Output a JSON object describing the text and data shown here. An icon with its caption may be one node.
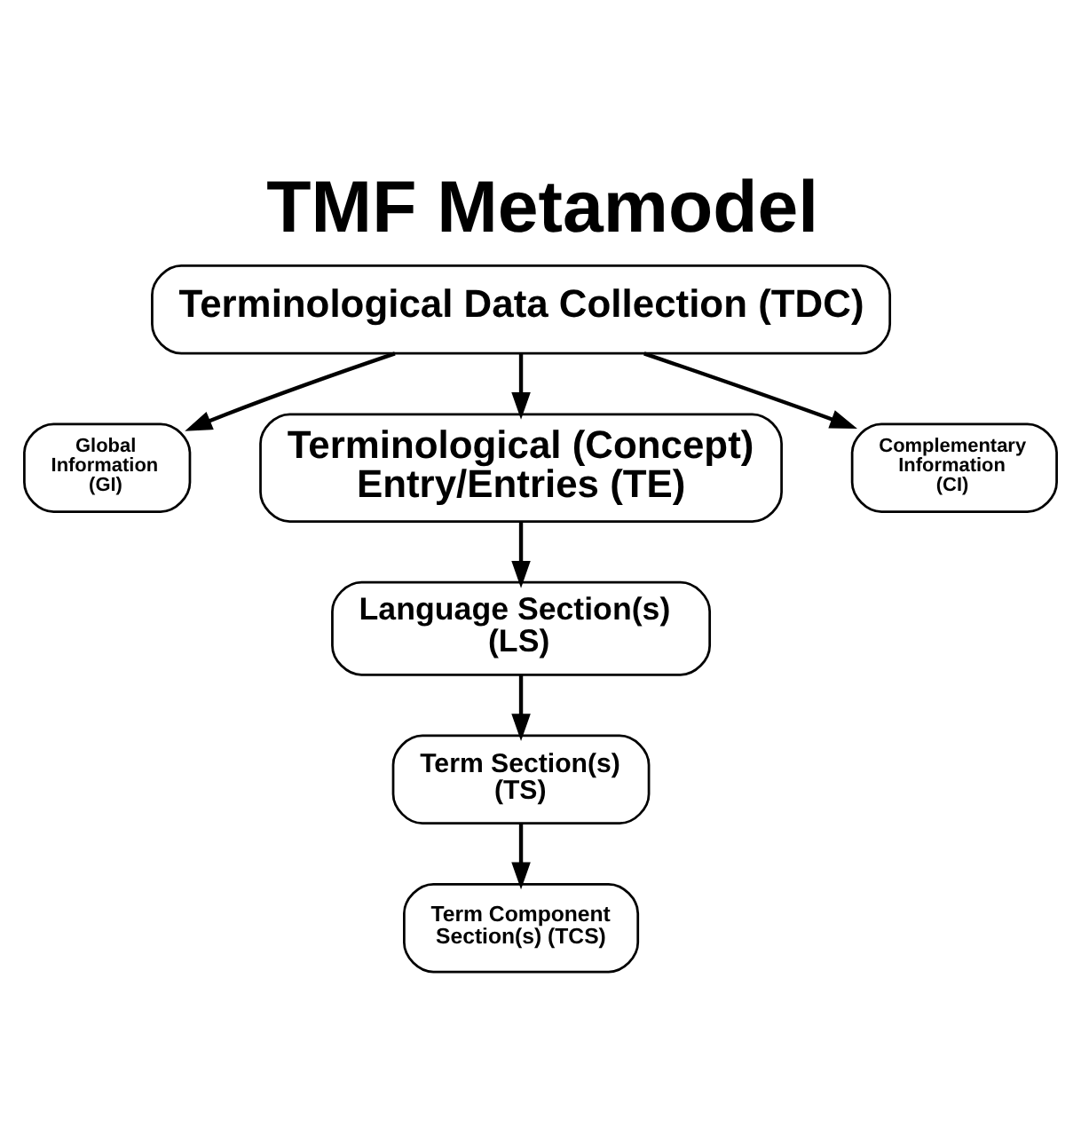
{
  "diagram": {
    "title": "TMF Metamodel",
    "nodes": [
      {
        "text": [
          "Terminological Data Collection (TDC)"
        ]
      },
      {
        "text": [
          "Global Information (GI)"
        ]
      },
      {
        "text": [
          "Terminological (Concept) Entry/Entries (TE)"
        ]
      },
      {
        "text": [
          "Complementary Information (CI)"
        ]
      },
      {
        "text": [
          "Language Section(s) (LS)"
        ]
      },
      {
        "text": [
          "Term Section(s) (TS)"
        ]
      },
      {
        "text": [
          "Term Component Section(s) (TCS)"
        ]
      }
    ],
    "edges": [
      {
        "from": 0,
        "to": 1,
        "arrow": "to"
      },
      {
        "from": 0,
        "to": 2,
        "arrow": "to"
      },
      {
        "from": 0,
        "to": 3,
        "arrow": "to"
      },
      {
        "from": 2,
        "to": 4,
        "arrow": "to"
      },
      {
        "from": 4,
        "to": 5,
        "arrow": "to"
      },
      {
        "from": 5,
        "to": 6,
        "arrow": "to"
      }
    ]
  }
}
